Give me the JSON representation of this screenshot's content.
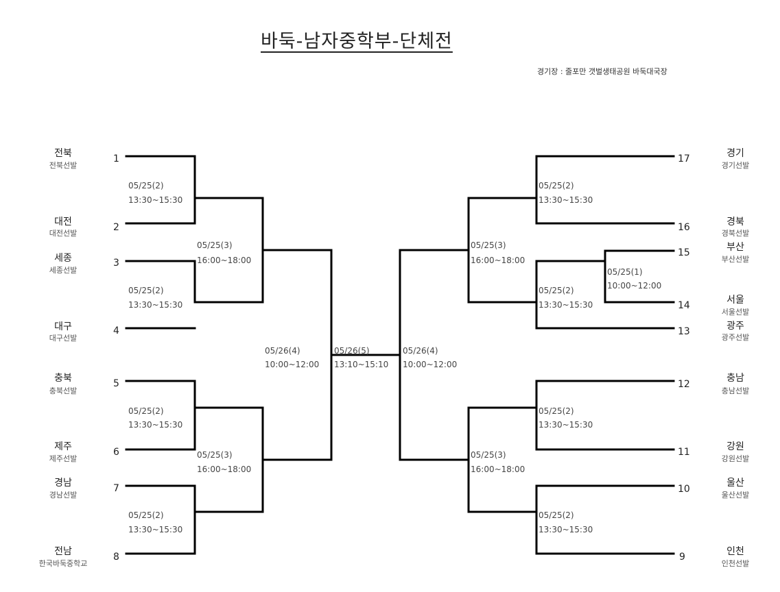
{
  "title": "바둑-남자중학부-단체전",
  "venue": "경기장 : 줄포만 갯벌생태공원 바둑대국장",
  "entries": {
    "e1": {
      "seed": "1",
      "region": "전북",
      "team": "전북선발"
    },
    "e2": {
      "seed": "2",
      "region": "대전",
      "team": "대전선발"
    },
    "e3": {
      "seed": "3",
      "region": "세종",
      "team": "세종선발"
    },
    "e4": {
      "seed": "4",
      "region": "대구",
      "team": "대구선발"
    },
    "e5": {
      "seed": "5",
      "region": "충북",
      "team": "충북선발"
    },
    "e6": {
      "seed": "6",
      "region": "제주",
      "team": "제주선발"
    },
    "e7": {
      "seed": "7",
      "region": "경남",
      "team": "경남선발"
    },
    "e8": {
      "seed": "8",
      "region": "전남",
      "team": "한국바둑중학교"
    },
    "e17": {
      "seed": "17",
      "region": "경기",
      "team": "경기선발"
    },
    "e16": {
      "seed": "16",
      "region": "경북",
      "team": "경북선발"
    },
    "e15": {
      "seed": "15",
      "region": "부산",
      "team": "부산선발"
    },
    "e14": {
      "seed": "14",
      "region": "서울",
      "team": "서울선발"
    },
    "e13": {
      "seed": "13",
      "region": "광주",
      "team": "광주선발"
    },
    "e12": {
      "seed": "12",
      "region": "충남",
      "team": "충남선발"
    },
    "e11": {
      "seed": "11",
      "region": "강원",
      "team": "강원선발"
    },
    "e10": {
      "seed": "10",
      "region": "울산",
      "team": "울산선발"
    },
    "e9": {
      "seed": "9",
      "region": "인천",
      "team": "인천선발"
    }
  },
  "matches": {
    "L1a": {
      "date": "05/25(2)",
      "time": "13:30~15:30"
    },
    "L1b": {
      "date": "05/25(2)",
      "time": "13:30~15:30"
    },
    "L1c": {
      "date": "05/25(2)",
      "time": "13:30~15:30"
    },
    "L1d": {
      "date": "05/25(2)",
      "time": "13:30~15:30"
    },
    "L2a": {
      "date": "05/25(3)",
      "time": "16:00~18:00"
    },
    "L2b": {
      "date": "05/25(3)",
      "time": "16:00~18:00"
    },
    "L3": {
      "date": "05/26(4)",
      "time": "10:00~12:00"
    },
    "F": {
      "date": "05/26(5)",
      "time": "13:10~15:10"
    },
    "R3": {
      "date": "05/26(4)",
      "time": "10:00~12:00"
    },
    "R2a": {
      "date": "05/25(3)",
      "time": "16:00~18:00"
    },
    "R2b": {
      "date": "05/25(3)",
      "time": "16:00~18:00"
    },
    "R1a": {
      "date": "05/25(2)",
      "time": "13:30~15:30"
    },
    "R1b": {
      "date": "05/25(2)",
      "time": "13:30~15:30"
    },
    "R1c": {
      "date": "05/25(2)",
      "time": "13:30~15:30"
    },
    "R1d": {
      "date": "05/25(2)",
      "time": "13:30~15:30"
    },
    "R0": {
      "date": "05/25(1)",
      "time": "10:00~12:00"
    }
  }
}
